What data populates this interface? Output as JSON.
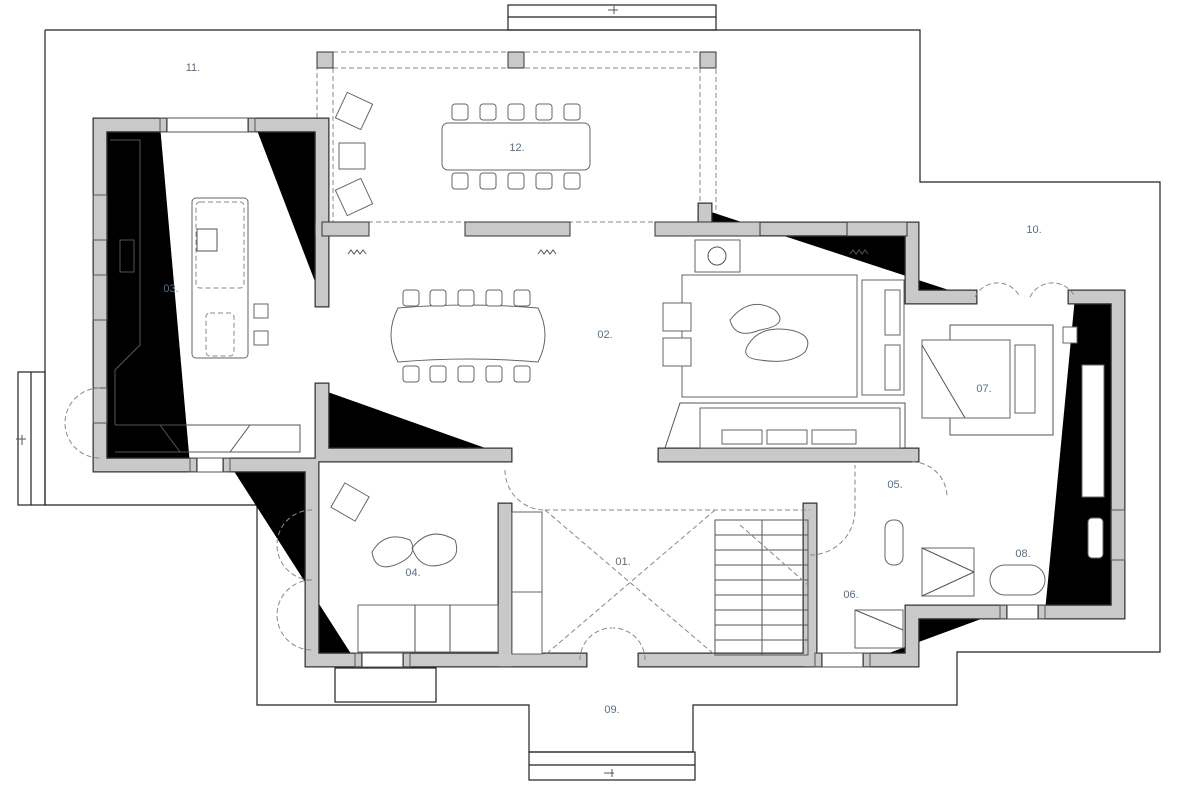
{
  "plan": {
    "rooms": [
      {
        "id": "01",
        "label": "01."
      },
      {
        "id": "02",
        "label": "02."
      },
      {
        "id": "03",
        "label": "03."
      },
      {
        "id": "04",
        "label": "04."
      },
      {
        "id": "05",
        "label": "05."
      },
      {
        "id": "06",
        "label": "06."
      },
      {
        "id": "07",
        "label": "07."
      },
      {
        "id": "08",
        "label": "08."
      },
      {
        "id": "09",
        "label": "09."
      },
      {
        "id": "10",
        "label": "10."
      },
      {
        "id": "11",
        "label": "11."
      },
      {
        "id": "12",
        "label": "12."
      }
    ],
    "colors": {
      "wall": "#c9c9c9",
      "label": "#5a6e86"
    }
  }
}
